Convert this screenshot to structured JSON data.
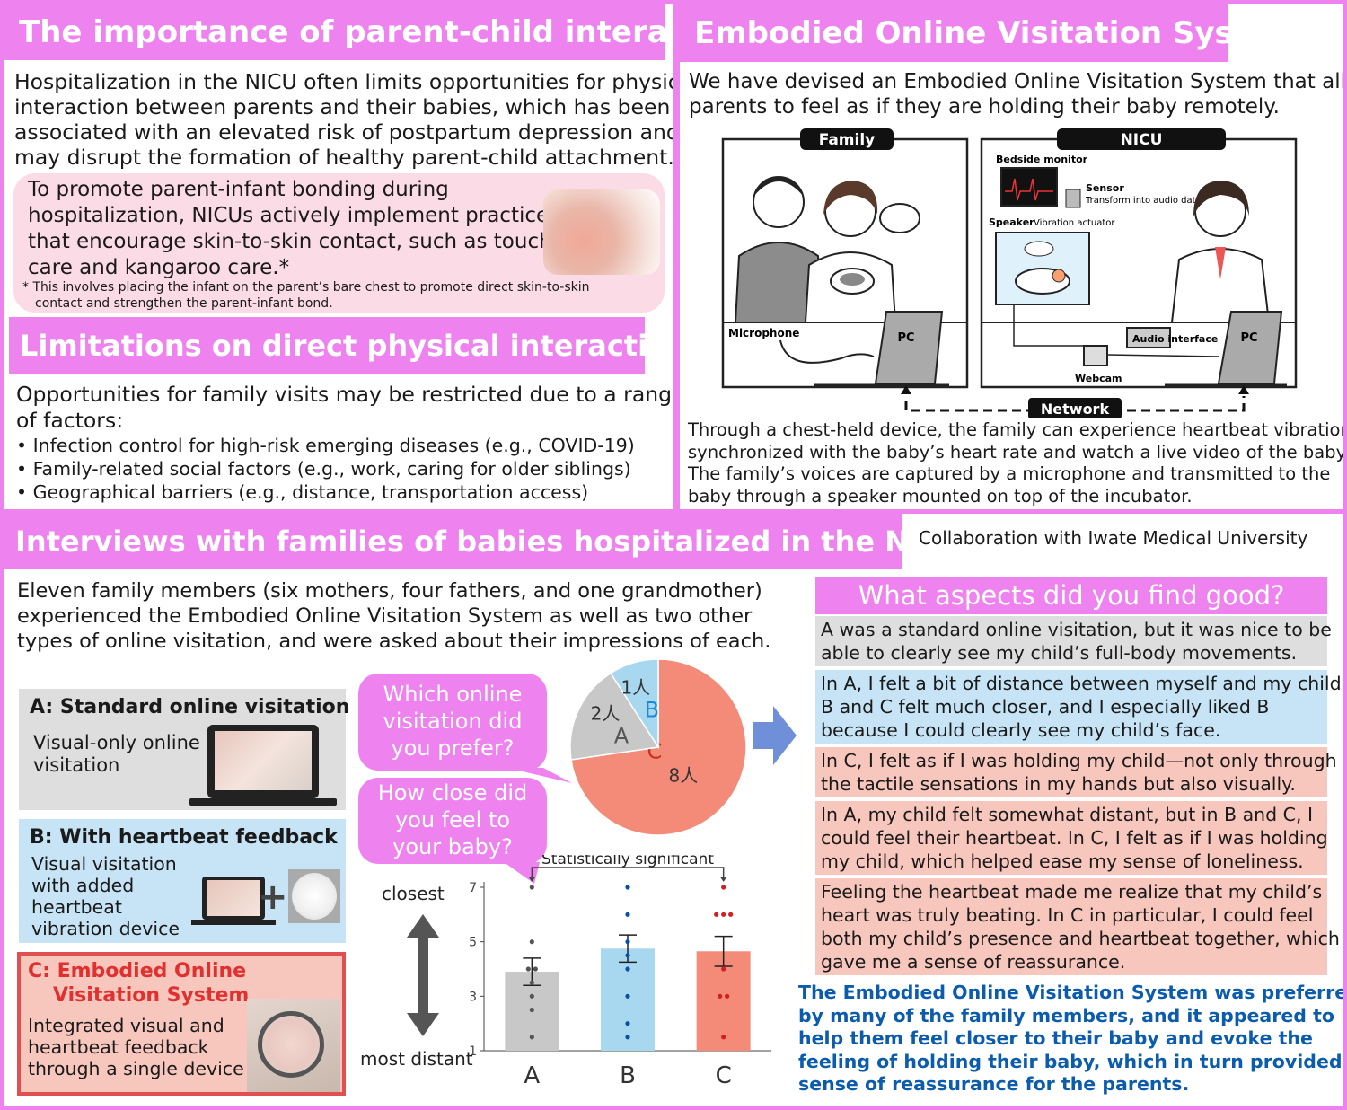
{
  "colors": {
    "accent_pink": "#ee82ee",
    "bubble_pink": "#fbdbe6",
    "option_a_gray": "#dedede",
    "option_b_blue": "#c6e4f5",
    "option_c_salmon": "#f7c6bc",
    "option_c_border": "#e05050",
    "conclusion_blue": "#0b5cad"
  },
  "importance": {
    "title": "The importance of parent-child interaction",
    "para": [
      "Hospitalization in the NICU often limits opportunities for physical",
      "interaction between parents and their babies, which has been",
      "associated with an elevated risk of postpartum depression and",
      "may disrupt the formation of healthy parent-child attachment."
    ],
    "box": [
      "To promote parent-infant bonding during",
      "hospitalization, NICUs actively implement practices",
      "that encourage skin-to-skin contact, such as touch",
      "care and kangaroo care.*"
    ],
    "footnote": [
      "* This involves placing the infant on the parent’s bare chest to promote direct skin-to-skin",
      "contact and strengthen the parent-infant bond."
    ]
  },
  "limitations": {
    "title": "Limitations on direct physical interaction",
    "intro": [
      "Opportunities for family visits may be restricted due to a range",
      "of factors:"
    ],
    "bullets": [
      "Infection control for high-risk emerging diseases (e.g., COVID-19)",
      "Family-related social factors (e.g., work, caring for older siblings)",
      "Geographical barriers (e.g., distance, transportation access)"
    ]
  },
  "system": {
    "title": "Embodied Online Visitation System",
    "intro": [
      "We have devised an Embodied Online Visitation System that allows",
      "parents to feel as if they are holding their baby remotely."
    ],
    "diagram": {
      "family": "Family",
      "nicu": "NICU",
      "bedside_monitor": "Bedside monitor",
      "sensor": "Sensor",
      "sensor_note": "Transform into audio data",
      "speaker": "Speaker",
      "vibration": "Vibration actuator",
      "microphone": "Microphone",
      "pc1": "PC",
      "pc2": "PC",
      "audio_interface": "Audio interface",
      "webcam": "Webcam",
      "network": "Network"
    },
    "desc": [
      "Through a chest-held device, the family can experience heartbeat vibrations",
      "synchronized with the baby’s heart rate and watch a live video of the baby.",
      "The family’s voices are captured by a microphone and transmitted to the",
      "baby through a speaker mounted on top of the incubator."
    ]
  },
  "interviews": {
    "title": "Interviews with families of babies hospitalized in the NICU",
    "collab": "Collaboration with Iwate Medical University",
    "intro": [
      "Eleven family members (six mothers, four fathers, and one grandmother)",
      "experienced the Embodied Online Visitation System as well as two other",
      "types of online visitation, and were asked about their impressions of each."
    ],
    "optA": {
      "title": "A: Standard online visitation",
      "lines": [
        "Visual-only online",
        "visitation"
      ]
    },
    "optB": {
      "title": "B: With heartbeat feedback",
      "lines": [
        "Visual visitation",
        "with added",
        "heartbeat",
        "vibration device"
      ],
      "plus": "+"
    },
    "optC": {
      "title": [
        "C: Embodied Online",
        "Visitation System"
      ],
      "lines": [
        "Integrated visual and",
        "heartbeat feedback",
        "through a single device"
      ]
    },
    "q1": [
      "Which online",
      "visitation did",
      "you prefer?"
    ],
    "q2": [
      "How close did",
      "you feel to",
      "your baby?"
    ],
    "good_title": "What aspects did you find good?",
    "comments": [
      {
        "group": "A",
        "lines": [
          "A was a standard online visitation, but it was nice to be",
          "able to clearly see my child’s full-body movements."
        ]
      },
      {
        "group": "B",
        "lines": [
          "In A, I felt a bit of distance between myself and my child.",
          "B and C felt much closer, and I especially liked B",
          "because I could clearly see my child’s face."
        ]
      },
      {
        "group": "C",
        "lines": [
          "In C, I felt as if I was holding my child—not only through",
          "the tactile sensations in my hands but also visually."
        ]
      },
      {
        "group": "C",
        "lines": [
          "In A, my child felt somewhat distant, but in B and C, I",
          "could feel their heartbeat. In C, I felt as if I was holding",
          "my child, which helped ease my sense of loneliness."
        ]
      },
      {
        "group": "C",
        "lines": [
          "Feeling the heartbeat made me realize that my child’s",
          "heart was truly beating. In C in particular, I could feel",
          "both my child’s presence and heartbeat together, which",
          "gave me a sense of reassurance."
        ]
      }
    ],
    "conclusion": [
      "The Embodied Online Visitation System was preferred",
      "by many of the family members, and it appeared to",
      "help them feel closer to their baby and evoke the",
      "feeling of holding their baby, which in turn provided a",
      "sense of reassurance for the parents."
    ]
  },
  "chart_data": [
    {
      "type": "pie",
      "title": "Which online visitation did you prefer?",
      "slices": [
        {
          "label": "C",
          "count_label": "8人",
          "value": 8,
          "color": "#f48a78"
        },
        {
          "label": "A",
          "count_label": "2人",
          "value": 2,
          "color": "#c8c8c8"
        },
        {
          "label": "B",
          "count_label": "1人",
          "value": 1,
          "color": "#a8d8f0"
        }
      ]
    },
    {
      "type": "bar",
      "title": "How close did you feel to your baby?",
      "categories": [
        "A",
        "B",
        "C"
      ],
      "values": [
        3.9,
        4.75,
        4.65
      ],
      "errors": [
        0.5,
        0.5,
        0.55
      ],
      "colors": [
        "#c8c8c8",
        "#a8d8f0",
        "#f48a78"
      ],
      "dot_colors": [
        "#555555",
        "#0b4fa0",
        "#d02020"
      ],
      "points": [
        [
          7,
          5,
          4,
          4,
          3.5,
          3,
          2.5,
          1.5
        ],
        [
          7,
          6,
          5,
          4.5,
          4,
          3,
          2,
          1.5
        ],
        [
          7,
          6,
          6,
          6,
          4,
          3,
          3,
          1.5
        ]
      ],
      "ylim": [
        1,
        7
      ],
      "yticks": [
        "1",
        "3",
        "5",
        "7"
      ],
      "ylabel_top": "closest",
      "ylabel_bottom": "most distant",
      "significance": "Statistically significant"
    }
  ]
}
